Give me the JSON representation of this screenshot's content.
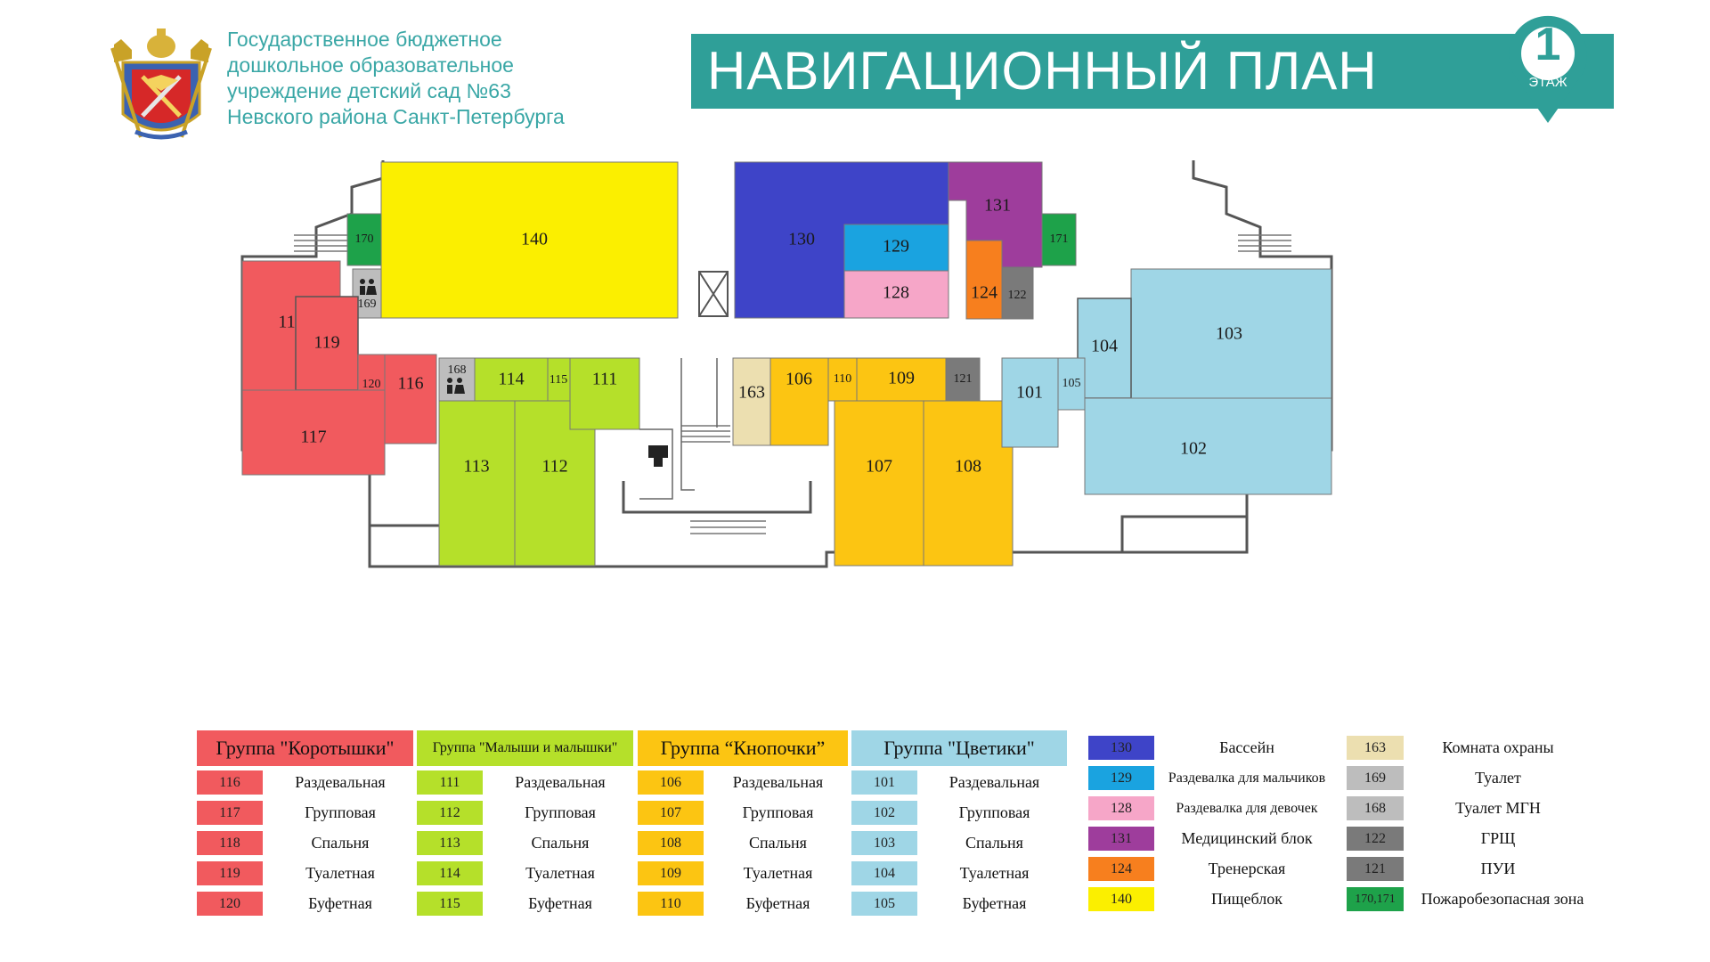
{
  "header": {
    "org_lines": [
      "Государственное бюджетное",
      "дошкольное образовательное",
      "учреждение детский сад №63",
      "Невского района Санкт-Петербурга"
    ],
    "title": "НАВИГАЦИОННЫЙ ПЛАН",
    "floor_number": "1",
    "floor_label": "ЭТАЖ"
  },
  "colors": {
    "korotyshki": "#f15a5e",
    "malyshi": "#b5e02a",
    "knopochki": "#fcc512",
    "tsvetiki": "#9fd6e6",
    "pool": "#3e44c8",
    "boys": "#1aa3e0",
    "girls": "#f6a6c8",
    "medical": "#9e3d9c",
    "coach": "#f77f1e",
    "kitchen": "#fbef00",
    "security": "#ecdfb0",
    "toilet": "#bdbdbd",
    "tech": "#7a7a7a",
    "fire": "#1ea24a",
    "teal": "#2f9f98"
  },
  "rooms": {
    "r140": "140",
    "r130": "130",
    "r131": "131",
    "r129": "129",
    "r128": "128",
    "r124": "124",
    "r122": "122",
    "r170": "170",
    "r171": "171",
    "r169": "169",
    "r168": "168",
    "r118": "118",
    "r119": "119",
    "r120": "120",
    "r116": "116",
    "r117": "117",
    "r114": "114",
    "r115": "115",
    "r111": "111",
    "r113": "113",
    "r112": "112",
    "r163": "163",
    "r106": "106",
    "r110": "110",
    "r109": "109",
    "r121": "121",
    "r107": "107",
    "r108": "108",
    "r101": "101",
    "r105": "105",
    "r104": "104",
    "r103": "103",
    "r102": "102"
  },
  "legend": {
    "groups": [
      {
        "title": "Группа \"Коротышки\"",
        "items": [
          {
            "num": "116",
            "label": "Раздевальная"
          },
          {
            "num": "117",
            "label": "Групповая"
          },
          {
            "num": "118",
            "label": "Спальня"
          },
          {
            "num": "119",
            "label": "Туалетная"
          },
          {
            "num": "120",
            "label": "Буфетная"
          }
        ]
      },
      {
        "title": "Группа \"Малыши и малышки\"",
        "items": [
          {
            "num": "111",
            "label": "Раздевальная"
          },
          {
            "num": "112",
            "label": "Групповая"
          },
          {
            "num": "113",
            "label": "Спальня"
          },
          {
            "num": "114",
            "label": "Туалетная"
          },
          {
            "num": "115",
            "label": "Буфетная"
          }
        ]
      },
      {
        "title": "Группа “Кнопочки”",
        "items": [
          {
            "num": "106",
            "label": "Раздевальная"
          },
          {
            "num": "107",
            "label": "Групповая"
          },
          {
            "num": "108",
            "label": "Спальня"
          },
          {
            "num": "109",
            "label": "Туалетная"
          },
          {
            "num": "110",
            "label": "Буфетная"
          }
        ]
      },
      {
        "title": "Группа \"Цветики\"",
        "items": [
          {
            "num": "101",
            "label": "Раздевальная"
          },
          {
            "num": "102",
            "label": "Групповая"
          },
          {
            "num": "103",
            "label": "Спальня"
          },
          {
            "num": "104",
            "label": "Туалетная"
          },
          {
            "num": "105",
            "label": "Буфетная"
          }
        ]
      }
    ],
    "services": [
      {
        "num": "130",
        "label": "Бассейн"
      },
      {
        "num": "129",
        "label": "Раздевалка для мальчиков"
      },
      {
        "num": "128",
        "label": "Раздевалка для девочек"
      },
      {
        "num": "131",
        "label": "Медицинский блок"
      },
      {
        "num": "124",
        "label": "Тренерская"
      },
      {
        "num": "140",
        "label": "Пищеблок"
      }
    ],
    "other": [
      {
        "num": "163",
        "label": "Комната охраны"
      },
      {
        "num": "169",
        "label": "Туалет"
      },
      {
        "num": "168",
        "label": "Туалет МГН"
      },
      {
        "num": "122",
        "label": "ГРЩ"
      },
      {
        "num": "121",
        "label": "ПУИ"
      },
      {
        "num": "170,171",
        "label": "Пожаробезопасная зона"
      }
    ]
  }
}
